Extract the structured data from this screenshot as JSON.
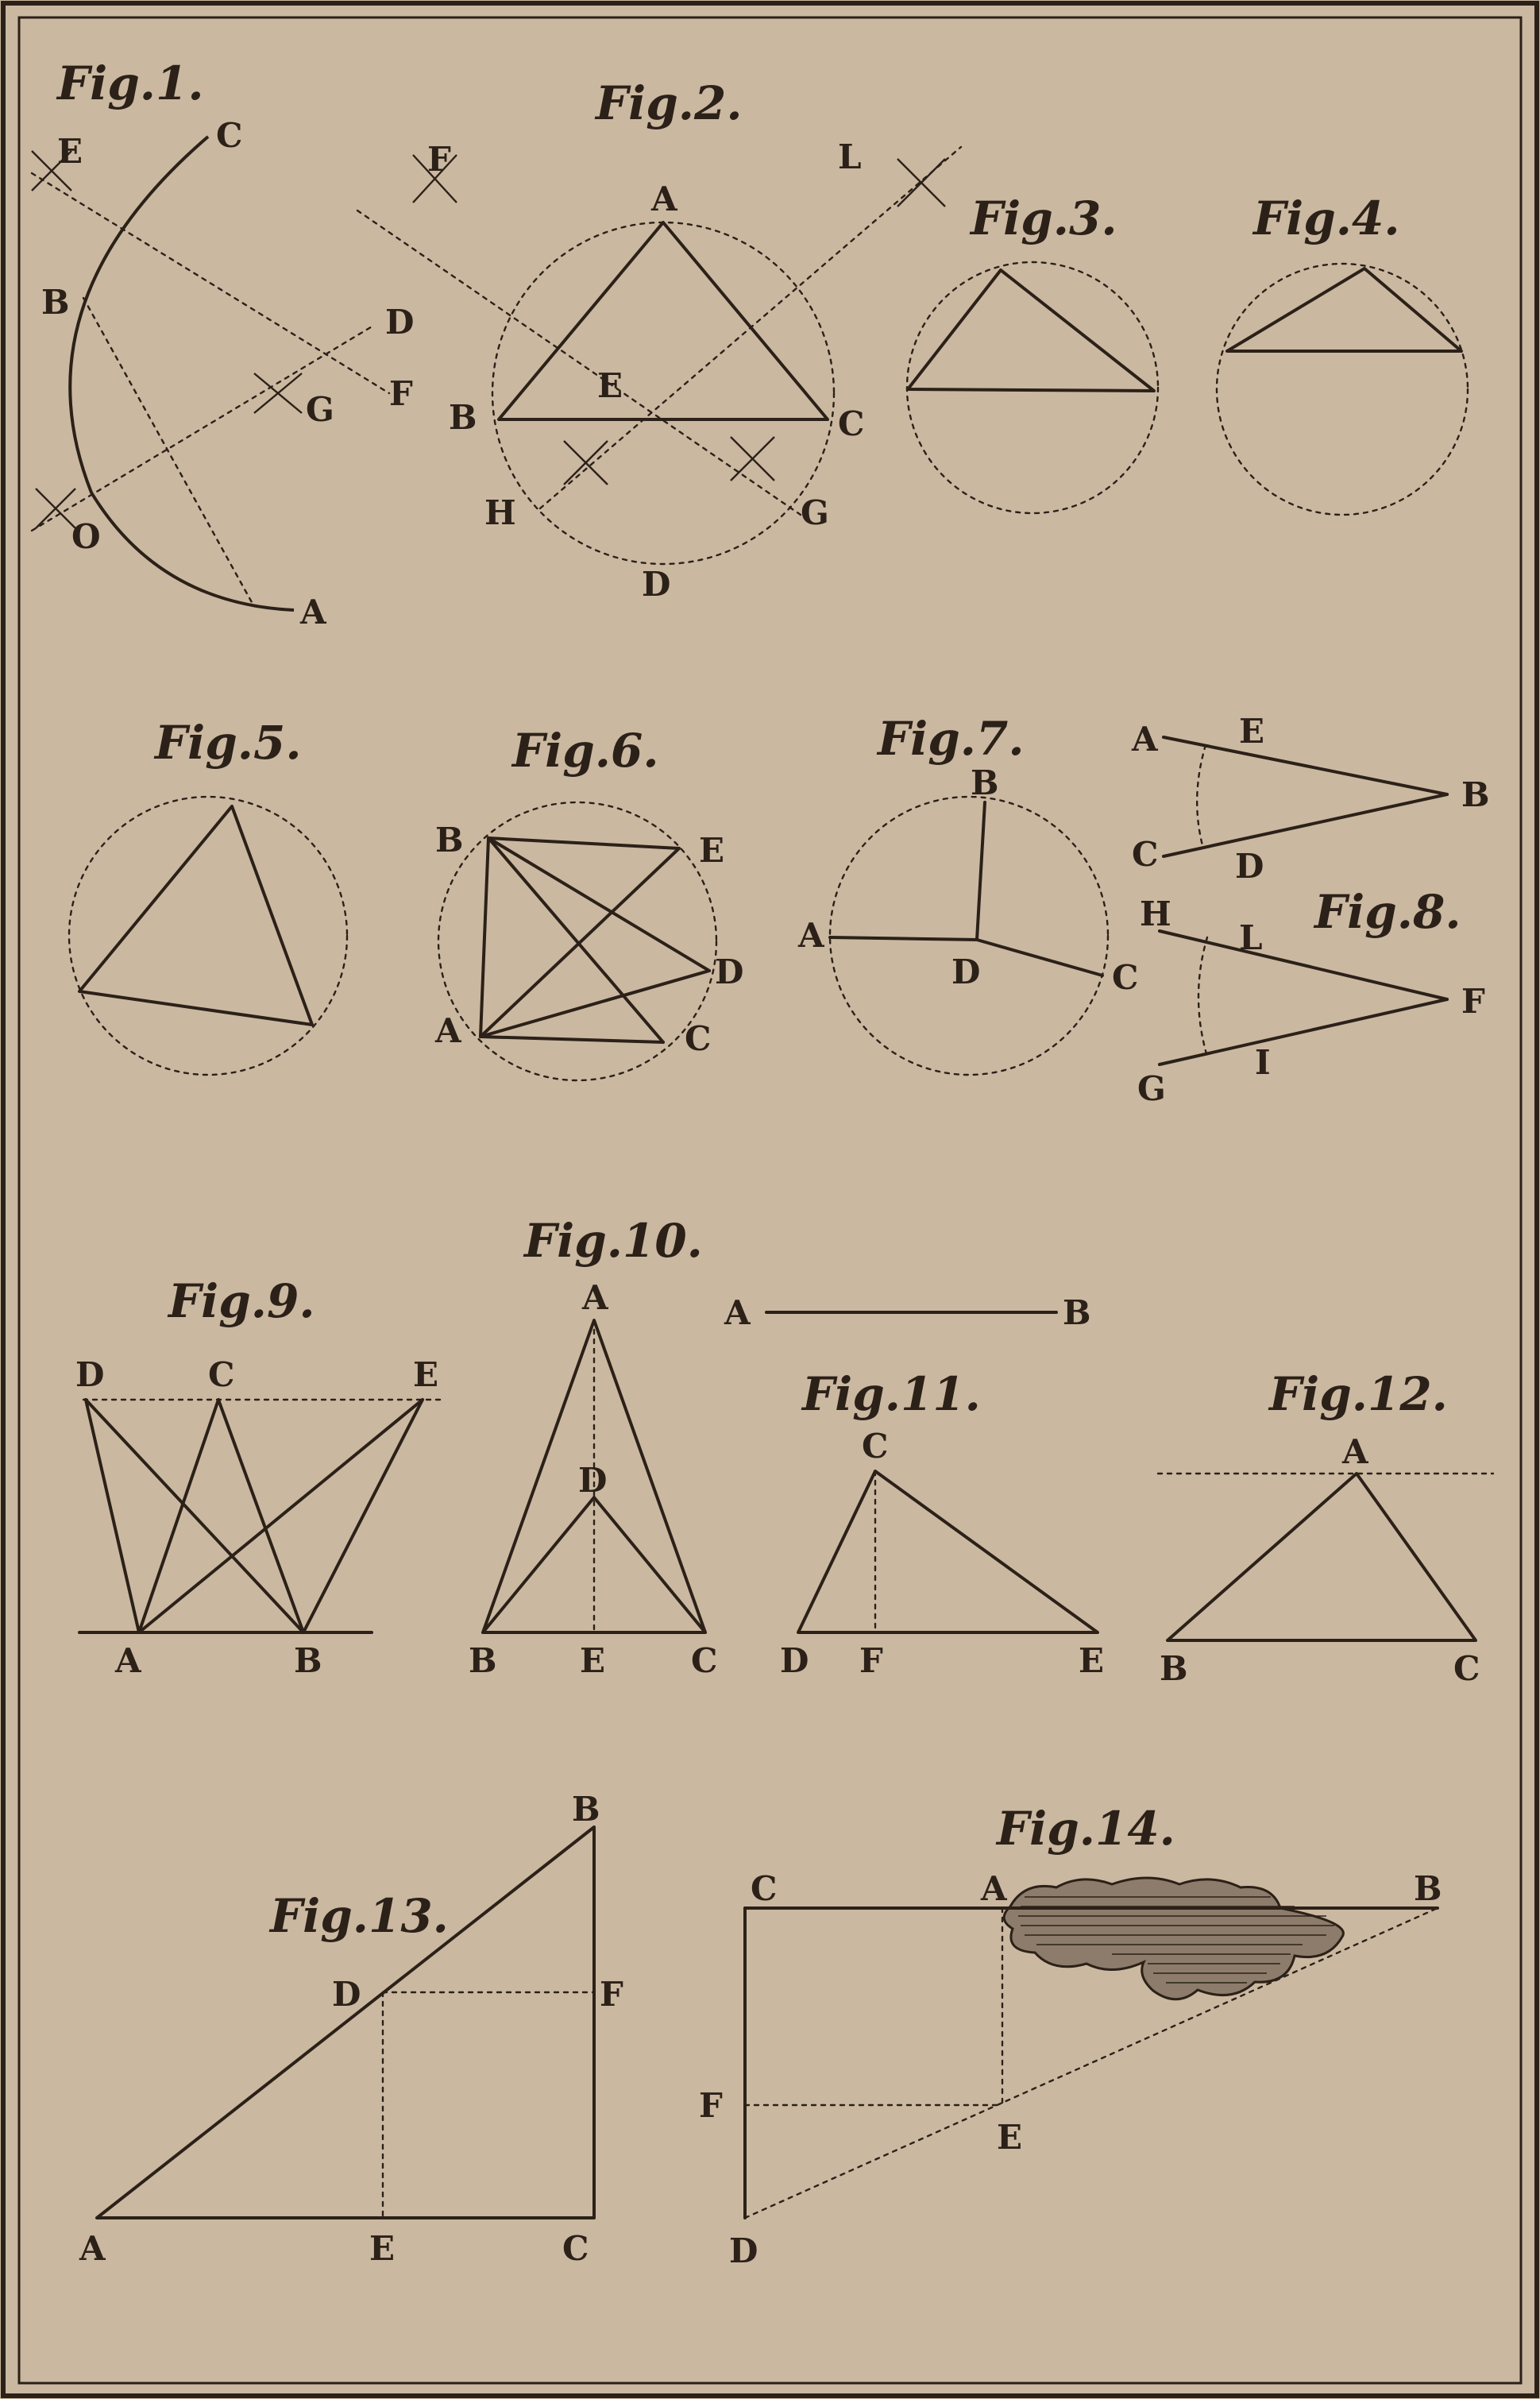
{
  "plate": {
    "colors": {
      "paper": "#cbb8a1",
      "ink": "#2b2118"
    },
    "figures": {
      "fig1": {
        "title": "Fig.1.",
        "labels": {
          "E": "E",
          "C": "C",
          "B": "B",
          "D": "D",
          "G": "G",
          "F": "F",
          "O": "O",
          "A": "A"
        }
      },
      "fig2": {
        "title": "Fig.2.",
        "labels": {
          "F": "F",
          "A": "A",
          "L": "L",
          "E": "E",
          "B": "B",
          "C": "C",
          "H": "H",
          "G": "G",
          "D": "D"
        }
      },
      "fig3": {
        "title": "Fig.3."
      },
      "fig4": {
        "title": "Fig.4."
      },
      "fig5": {
        "title": "Fig.5."
      },
      "fig6": {
        "title": "Fig.6.",
        "labels": {
          "B": "B",
          "E": "E",
          "D": "D",
          "A": "A",
          "C": "C"
        }
      },
      "fig7": {
        "title": "Fig.7.",
        "labels": {
          "B": "B",
          "A": "A",
          "D": "D",
          "C": "C"
        }
      },
      "fig78_upper": {
        "labels": {
          "A": "A",
          "E": "E",
          "B": "B",
          "C": "C",
          "D": "D"
        }
      },
      "fig8": {
        "title": "Fig.8.",
        "labels": {
          "H": "H",
          "L": "L",
          "F": "F",
          "G": "G",
          "I": "I"
        }
      },
      "fig9": {
        "title": "Fig.9.",
        "labels": {
          "D": "D",
          "C": "C",
          "E": "E",
          "A": "A",
          "B": "B"
        }
      },
      "fig10": {
        "title": "Fig.10.",
        "labels": {
          "A": "A",
          "D": "D",
          "B": "B",
          "E": "E",
          "C": "C"
        }
      },
      "segment": {
        "labels": {
          "A": "A",
          "B": "B"
        }
      },
      "fig11": {
        "title": "Fig.11.",
        "labels": {
          "C": "C",
          "D": "D",
          "F": "F",
          "E": "E"
        }
      },
      "fig12": {
        "title": "Fig.12.",
        "labels": {
          "A": "A",
          "B": "B",
          "C": "C"
        }
      },
      "fig13": {
        "title": "Fig.13.",
        "labels": {
          "B": "B",
          "D": "D",
          "F": "F",
          "A": "A",
          "E": "E",
          "C": "C"
        }
      },
      "fig14": {
        "title": "Fig.14.",
        "labels": {
          "C": "C",
          "A": "A",
          "B": "B",
          "F": "F",
          "E": "E",
          "D": "D"
        }
      }
    }
  }
}
